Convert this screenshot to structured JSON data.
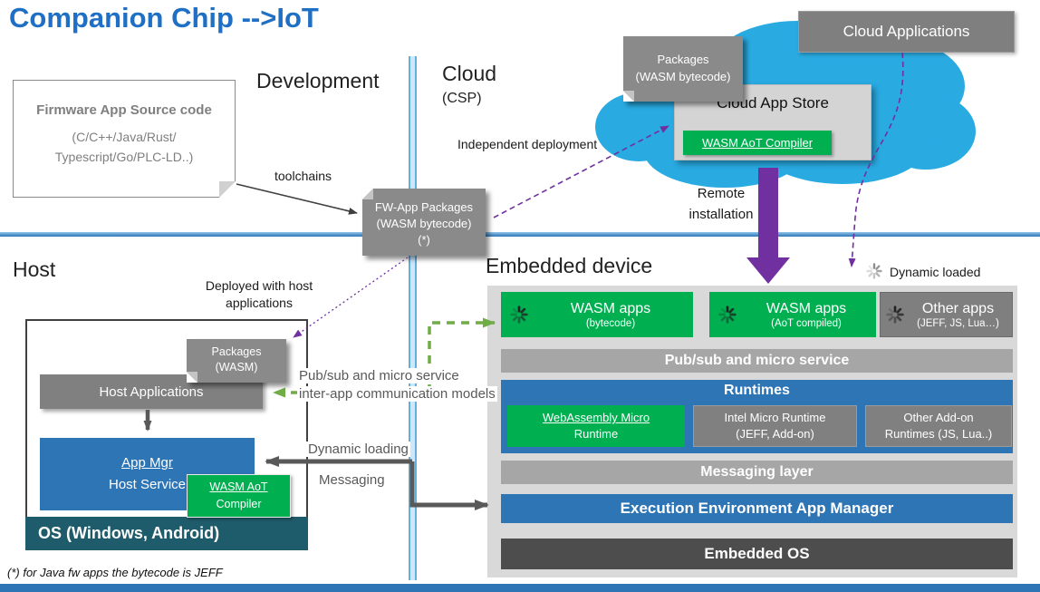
{
  "title": "Companion Chip -->IoT",
  "section_labels": {
    "development": "Development",
    "cloud": "Cloud",
    "csp": "(CSP)",
    "host": "Host",
    "embedded_device": "Embedded device"
  },
  "annotations": {
    "toolchains": "toolchains",
    "independent_deployment": "Independent deployment",
    "remote_line1": "Remote",
    "remote_line2": "installation",
    "deployed_line1": "Deployed with host",
    "deployed_line2": "applications",
    "pubsub_line1": "Pub/sub and micro service",
    "pubsub_line2": "inter-app communication models",
    "dynamic_loading": "Dynamic loading",
    "messaging": "Messaging",
    "dynamic_loaded": "Dynamic loaded",
    "footnote": "(*) for Java fw apps the bytecode is JEFF"
  },
  "firmware_box": {
    "line1": "Firmware App Source code",
    "line2": "(C/C++/Java/Rust/",
    "line3": "Typescript/Go/PLC-LD..)"
  },
  "fw_app_packages": {
    "line1": "FW-App Packages",
    "line2": "(WASM bytecode)",
    "line3": "(*)"
  },
  "cloud_area": {
    "packages_tag_line1": "Packages",
    "packages_tag_line2": "(WASM bytecode)",
    "cloud_applications": "Cloud Applications",
    "cloud_app_store": "Cloud App Store",
    "wasm_aot_compiler": "WASM AoT Compiler"
  },
  "host_area": {
    "packages_tag_line1": "Packages",
    "packages_tag_line2": "(WASM)",
    "host_applications": "Host Applications",
    "app_mgr_line1": "App Mgr",
    "app_mgr_line2": "Host Service",
    "compiler_line1": "WASM AoT",
    "compiler_line2": "Compiler",
    "os_bar": "OS (Windows, Android)"
  },
  "embedded": {
    "apps": [
      {
        "title": "WASM apps",
        "subtitle": "(bytecode)"
      },
      {
        "title": "WASM apps",
        "subtitle": "(AoT compiled)"
      },
      {
        "title": "Other apps",
        "subtitle": "(JEFF, JS, Lua…)"
      }
    ],
    "pubsub_bar": "Pub/sub and micro service",
    "runtimes_title": "Runtimes",
    "runtimes": [
      {
        "line1": "WebAssembly Micro",
        "line2": "Runtime"
      },
      {
        "line1": "Intel Micro Runtime",
        "line2": "(JEFF, Add-on)"
      },
      {
        "line1": "Other Add-on",
        "line2": "Runtimes (JS, Lua..)"
      }
    ],
    "messaging_layer": "Messaging layer",
    "execution_env": "Execution Environment App Manager",
    "embedded_os": "Embedded OS"
  },
  "colors": {
    "title_blue": "#1F6FC5",
    "accent_blue": "#2E75B6",
    "green": "#00B050",
    "gray_box": "#808080",
    "panel_gray": "#D9D9D9",
    "bar_gray": "#A6A6A6",
    "dark_bar": "#4D4D4D",
    "purple": "#7030A0",
    "cloud_blue": "#29ABE2",
    "os_teal": "#1F5C6B",
    "green_arrow": "#70AD47",
    "gray_arrow": "#595959"
  },
  "icons": {
    "spinner": "spinner-icon"
  }
}
